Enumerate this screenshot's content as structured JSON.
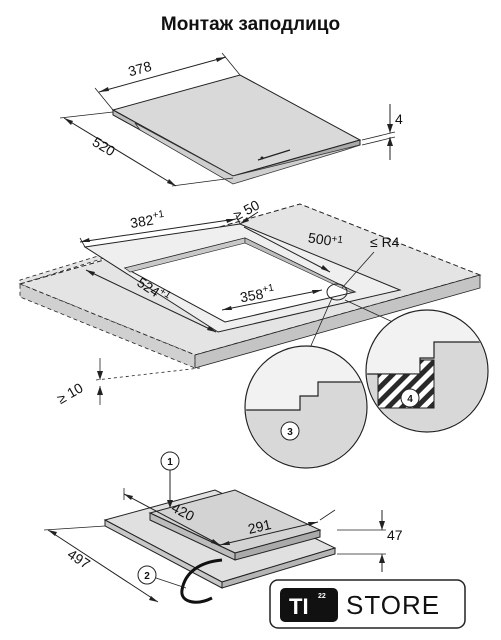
{
  "title": "Монтаж заподлицо",
  "dimensions": {
    "hob_width": "378",
    "hob_depth": "520",
    "hob_thickness": "4",
    "cutout_width": "382",
    "cutout_width_tol": "+1",
    "edge_min": "≥ 50",
    "cutout_depth": "500",
    "cutout_depth_tol": "+1",
    "radius": "≤ R4",
    "outer_depth": "524",
    "outer_depth_tol": "+1",
    "inner_width": "358",
    "inner_width_tol": "+1",
    "worktop_min": "≥ 10",
    "body_width": "420",
    "body_depth": "291",
    "body_height": "47",
    "base_width": "497"
  },
  "callouts": {
    "one": "1",
    "two": "2",
    "three": "3",
    "four": "4"
  },
  "logo": {
    "ti": "TI",
    "superscript": "22",
    "store": "STORE"
  }
}
